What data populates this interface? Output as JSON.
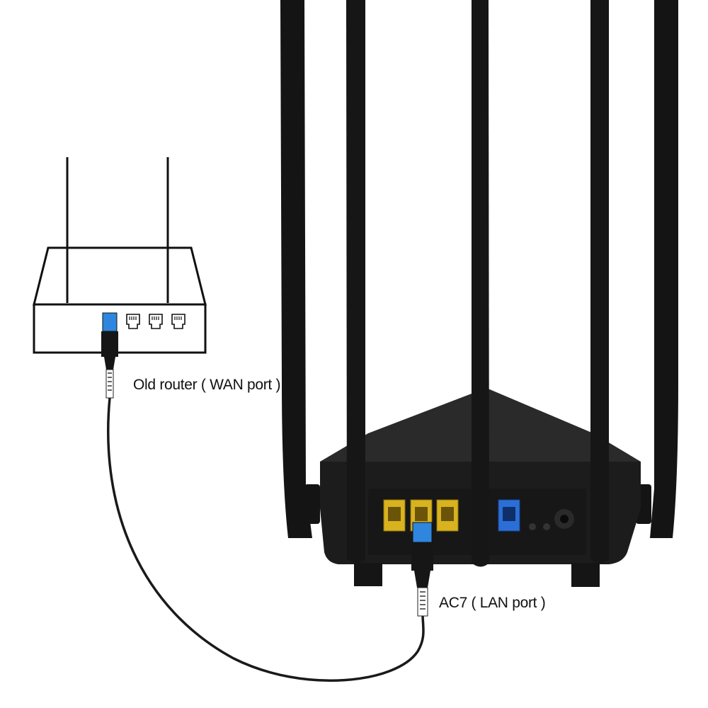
{
  "labels": {
    "old_router": "Old router ( WAN port )",
    "new_router": "AC7 ( LAN port )"
  },
  "colors": {
    "router_body": "#1c1c1c",
    "lan_port": "#d8b31f",
    "wan_port": "#2b6fd6",
    "plug_blue": "#2e86de",
    "cable": "#1a1a1a",
    "outline": "#111111"
  },
  "components": {
    "old_router": {
      "antennas": 2,
      "lan_ports": 3,
      "wan_port_color": "plug_blue"
    },
    "new_router": {
      "antennas": 5,
      "lan_ports": 3,
      "wan_ports": 1
    }
  }
}
